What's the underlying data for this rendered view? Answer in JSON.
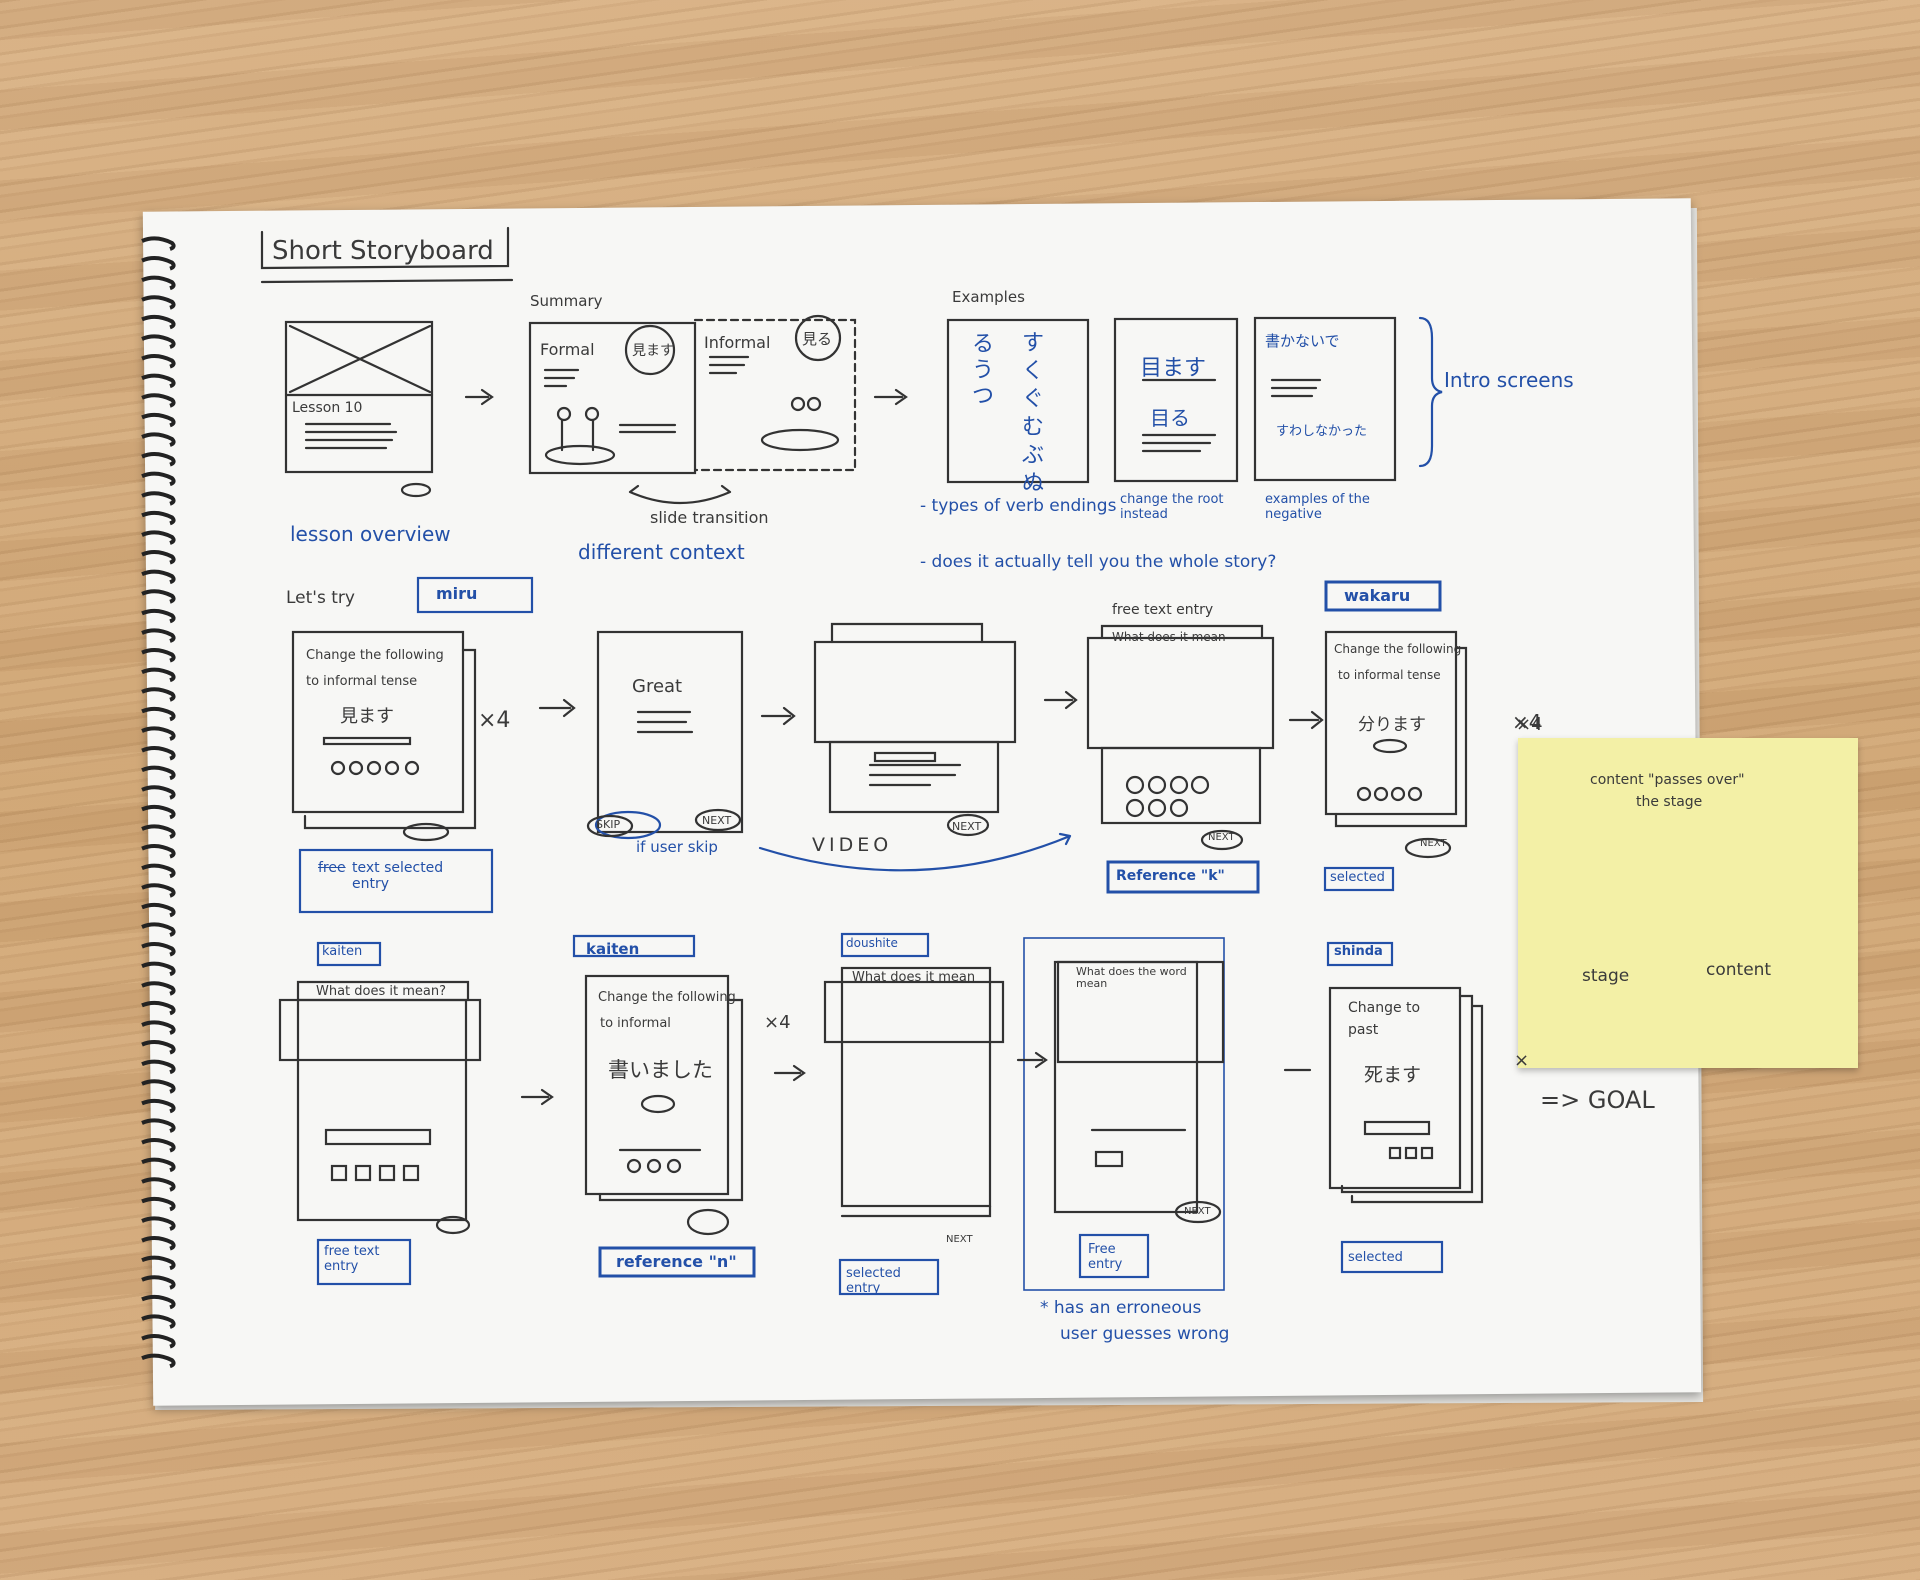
{
  "title": "Short Storyboard",
  "row1": {
    "frame1": {
      "lesson": "Lesson 10",
      "caption": "lesson overview"
    },
    "summary": {
      "heading": "Summary",
      "formal": "Formal",
      "formal_word": "見ます",
      "informal": "Informal",
      "informal_word": "見る",
      "transition": "slide transition",
      "caption": "different context"
    },
    "examples": {
      "heading": "Examples",
      "kana": [
        "る",
        "う",
        "つ",
        "す",
        "く",
        "ぐ",
        "む",
        "ぶ",
        "ぬ"
      ],
      "notes": [
        "- types of verb endings",
        "- does it actually tell you the whole story?"
      ]
    },
    "change_root": {
      "top": "目ます",
      "bottom": "目る",
      "caption": "change the root instead"
    },
    "negative": {
      "top": "書かないで",
      "mid": "すわしなかった",
      "caption": "examples of the negative"
    },
    "intro_label": "Intro screens"
  },
  "row2": {
    "lets_try": "Let's try",
    "mira": "miru",
    "frame1": {
      "line1": "Change the following",
      "line2": "to informal tense",
      "word": "見ます",
      "times": "×4",
      "caption_strike": "free",
      "caption": "text selected entry"
    },
    "great": {
      "text": "Great",
      "skip": "SKIP",
      "next": "NEXT",
      "if_skip": "if user skip"
    },
    "video": {
      "label": "VIDEO",
      "next": "NEXT"
    },
    "free_text": {
      "heading": "free text entry",
      "question": "What does it mean",
      "next": "NEXT",
      "reference": "Reference \"k\""
    },
    "wakaru": "wakaru",
    "frame5": {
      "line1": "Change the following",
      "line2": "to informal tense",
      "word": "分ります",
      "next": "NEXT",
      "times": "×4",
      "caption": "selected"
    }
  },
  "row3": {
    "kaiten": "kaiten",
    "frame1": {
      "question": "What does it mean?",
      "caption": "free text entry"
    },
    "kaiten2": "kaiten",
    "frame2": {
      "line1": "Change the following",
      "line2": "to informal",
      "word": "書いました",
      "times": "×4",
      "reference": "reference \"n\""
    },
    "doushite": "doushite",
    "frame3": {
      "question": "What does it mean",
      "next": "NEXT",
      "caption": "selected entry"
    },
    "frame4": {
      "question": "What does the word mean",
      "next": "NEXT",
      "caption": "Free entry",
      "note1": "* has an erroneous",
      "note2": "user guesses wrong"
    },
    "shinda": "shinda",
    "frame5": {
      "line1": "Change to",
      "line2": "past",
      "word": "死ます",
      "times": "×",
      "caption": "selected"
    },
    "goal": "=> GOAL"
  },
  "sticky": {
    "line1": "content \"passes over\"",
    "line2": "the stage",
    "stage": "stage",
    "content": "content",
    "row2_times": "×4"
  },
  "colors": {
    "pencil": "#3a3a3a",
    "pen": "#2350a8",
    "paper": "#f7f7f5",
    "sticky": "#f3f0a6"
  }
}
